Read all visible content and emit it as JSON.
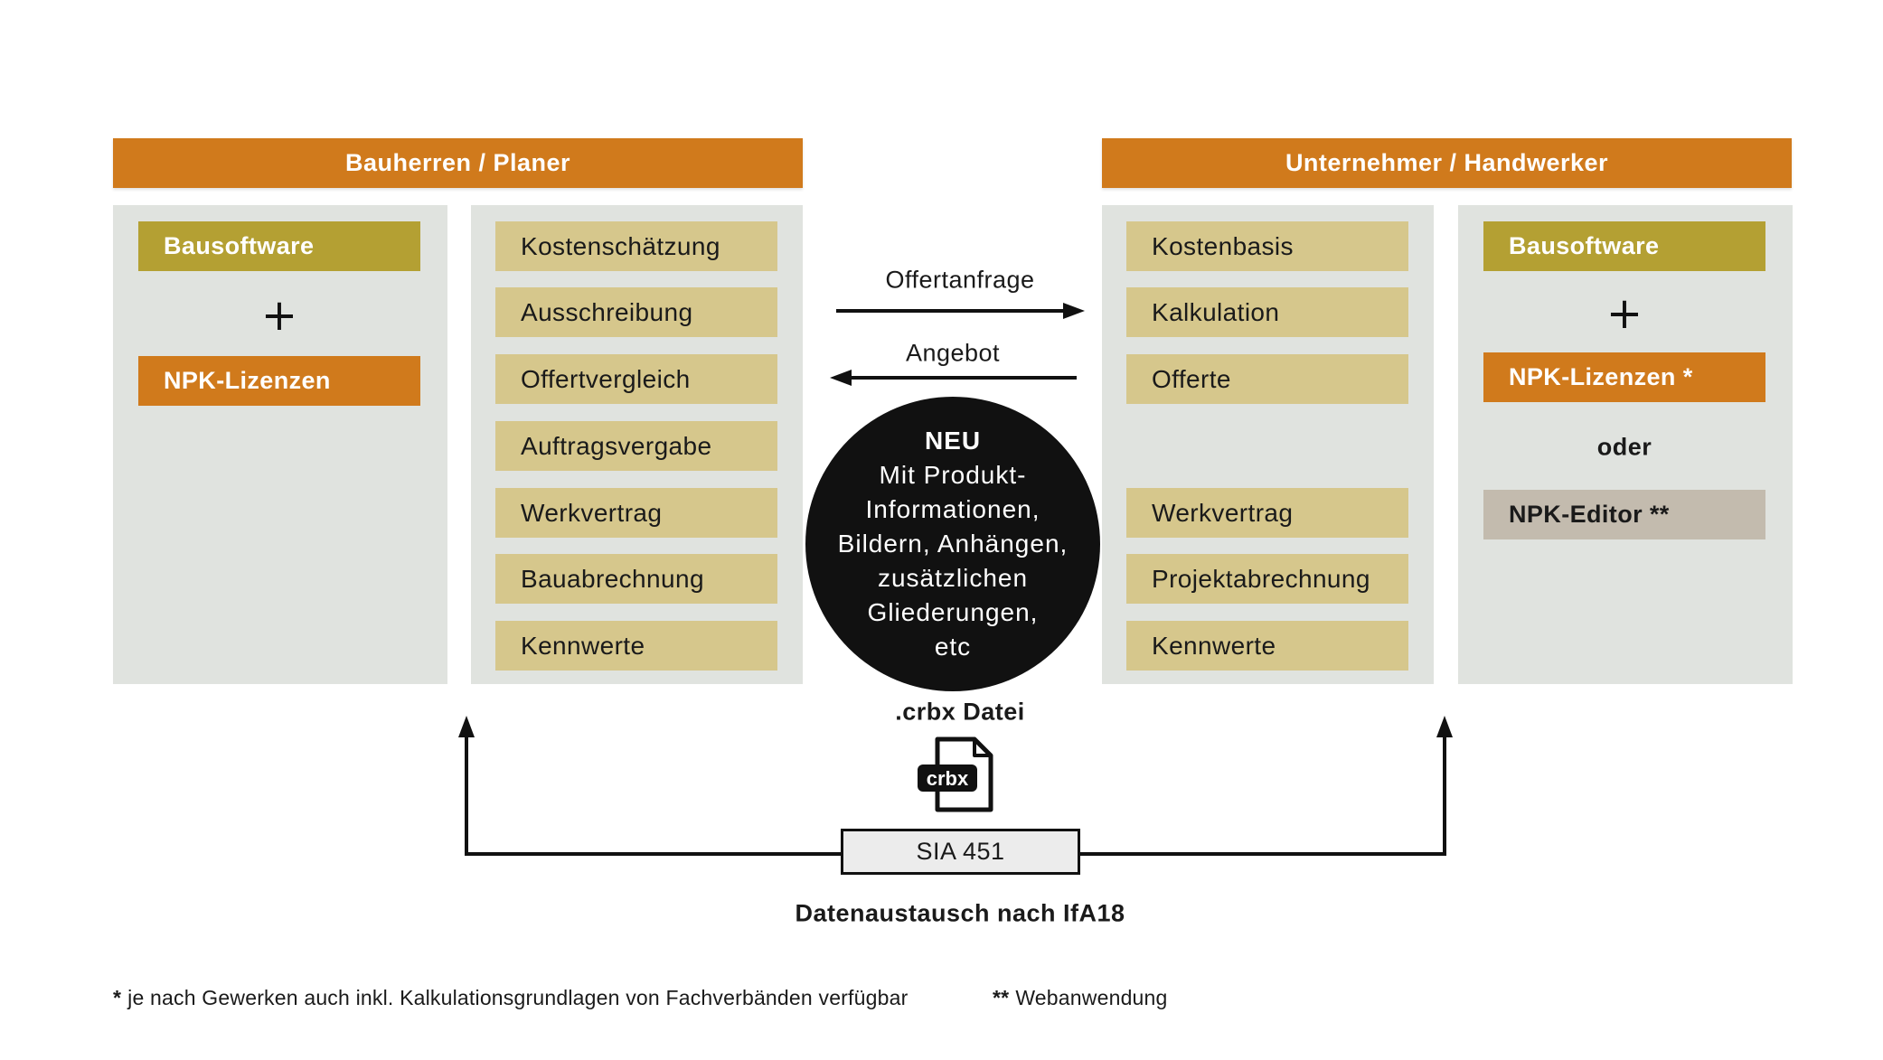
{
  "left_header": "Bauherren / Planer",
  "right_header": "Unternehmer / Handwerker",
  "left_software": {
    "bausoftware": "Bausoftware",
    "plus": "+",
    "npk": "NPK-Lizenzen"
  },
  "left_process": [
    "Kostenschätzung",
    "Ausschreibung",
    "Offertvergleich",
    "Auftragsvergabe",
    "Werkvertrag",
    "Bauabrechnung",
    "Kennwerte"
  ],
  "right_process": [
    "Kostenbasis",
    "Kalkulation",
    "Offerte",
    "Werkvertrag",
    "Projektabrechnung",
    "Kennwerte"
  ],
  "right_software": {
    "bausoftware": "Bausoftware",
    "plus": "+",
    "npk": "NPK-Lizenzen *",
    "oder": "oder",
    "editor": "NPK-Editor **"
  },
  "exchange": {
    "request": "Offertanfrage",
    "offer": "Angebot"
  },
  "circle": {
    "title": "NEU",
    "lines": [
      "Mit Produkt-",
      "Informationen,",
      "Bildern, Anhängen,",
      "zusätzlichen",
      "Gliederungen,",
      "etc"
    ]
  },
  "file": {
    "label": ".crbx Datei",
    "icon": "crbx-file-icon",
    "icon_text": "crbx"
  },
  "standard": {
    "label": "SIA 451",
    "caption": "Datenaustausch nach IfA18"
  },
  "footnotes": [
    {
      "marker": "*",
      "text": "je nach Gewerken auch inkl. Kalkulationsgrundlagen von Fachverbänden verfügbar"
    },
    {
      "marker": "**",
      "text": "Webanwendung"
    }
  ],
  "colors": {
    "orange": "#d07a1c",
    "gold": "#b4a033",
    "tan": "#d6c78c",
    "panel": "#e0e3df",
    "editor": "#c3bbae",
    "circle": "#111111"
  }
}
